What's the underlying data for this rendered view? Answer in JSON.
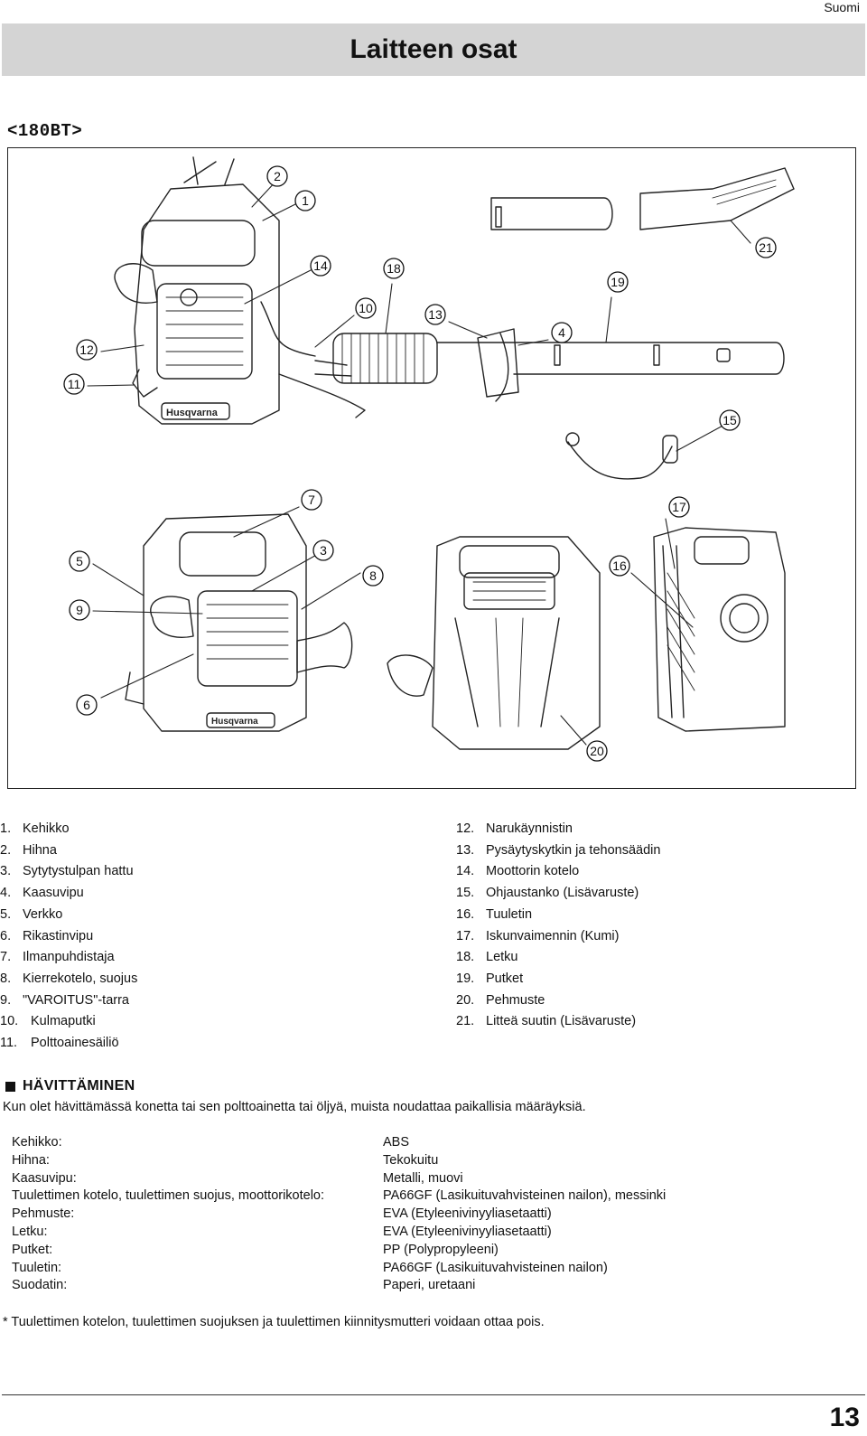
{
  "header": {
    "language": "Suomi",
    "title": "Laitteen osat"
  },
  "model": "<180BT>",
  "figure": {
    "callouts": [
      "2",
      "1",
      "14",
      "18",
      "21",
      "19",
      "10",
      "13",
      "4",
      "12",
      "11",
      "15",
      "7",
      "17",
      "3",
      "8",
      "16",
      "5",
      "9",
      "6",
      "20"
    ]
  },
  "parts_left": [
    {
      "num": "1.",
      "label": "Kehikko"
    },
    {
      "num": "2.",
      "label": "Hihna"
    },
    {
      "num": "3.",
      "label": "Sytytystulpan hattu"
    },
    {
      "num": "4.",
      "label": "Kaasuvipu"
    },
    {
      "num": "5.",
      "label": "Verkko"
    },
    {
      "num": "6.",
      "label": "Rikastinvipu"
    },
    {
      "num": "7.",
      "label": "Ilmanpuhdistaja"
    },
    {
      "num": "8.",
      "label": "Kierrekotelo, suojus"
    },
    {
      "num": "9.",
      "label": "\"VAROITUS\"-tarra"
    },
    {
      "num": "10.",
      "label": "Kulmaputki"
    },
    {
      "num": "11.",
      "label": "Polttoainesäiliö"
    }
  ],
  "parts_right": [
    {
      "num": "12.",
      "label": "Narukäynnistin"
    },
    {
      "num": "13.",
      "label": "Pysäytyskytkin ja tehonsäädin"
    },
    {
      "num": "14.",
      "label": "Moottorin kotelo"
    },
    {
      "num": "15.",
      "label": "Ohjaustanko (Lisävaruste)"
    },
    {
      "num": "16.",
      "label": "Tuuletin"
    },
    {
      "num": "17.",
      "label": "Iskunvaimennin (Kumi)"
    },
    {
      "num": "18.",
      "label": "Letku"
    },
    {
      "num": "19.",
      "label": "Putket"
    },
    {
      "num": "20.",
      "label": "Pehmuste"
    },
    {
      "num": "21.",
      "label": "Litteä suutin (Lisävaruste)"
    }
  ],
  "disposal": {
    "heading": "HÄVITTÄMINEN",
    "text": "Kun olet hävittämässä konetta tai sen polttoainetta tai öljyä, muista noudattaa paikallisia määräyksiä.",
    "materials": [
      {
        "part": "Kehikko:",
        "material": "ABS"
      },
      {
        "part": "Hihna:",
        "material": "Tekokuitu"
      },
      {
        "part": "Kaasuvipu:",
        "material": "Metalli, muovi"
      },
      {
        "part": "Tuulettimen kotelo, tuulettimen suojus, moottorikotelo:",
        "material": "PA66GF (Lasikuituvahvisteinen nailon), messinki"
      },
      {
        "part": "Pehmuste:",
        "material": "EVA (Etyleenivinyyliasetaatti)"
      },
      {
        "part": "Letku:",
        "material": "EVA (Etyleenivinyyliasetaatti)"
      },
      {
        "part": "Putket:",
        "material": "PP (Polypropyleeni)"
      },
      {
        "part": "Tuuletin:",
        "material": "PA66GF (Lasikuituvahvisteinen nailon)"
      },
      {
        "part": "Suodatin:",
        "material": "Paperi, uretaani"
      }
    ],
    "footnote": "* Tuulettimen kotelon, tuulettimen suojuksen ja tuulettimen kiinnitysmutteri voidaan ottaa pois."
  },
  "page_number": "13"
}
